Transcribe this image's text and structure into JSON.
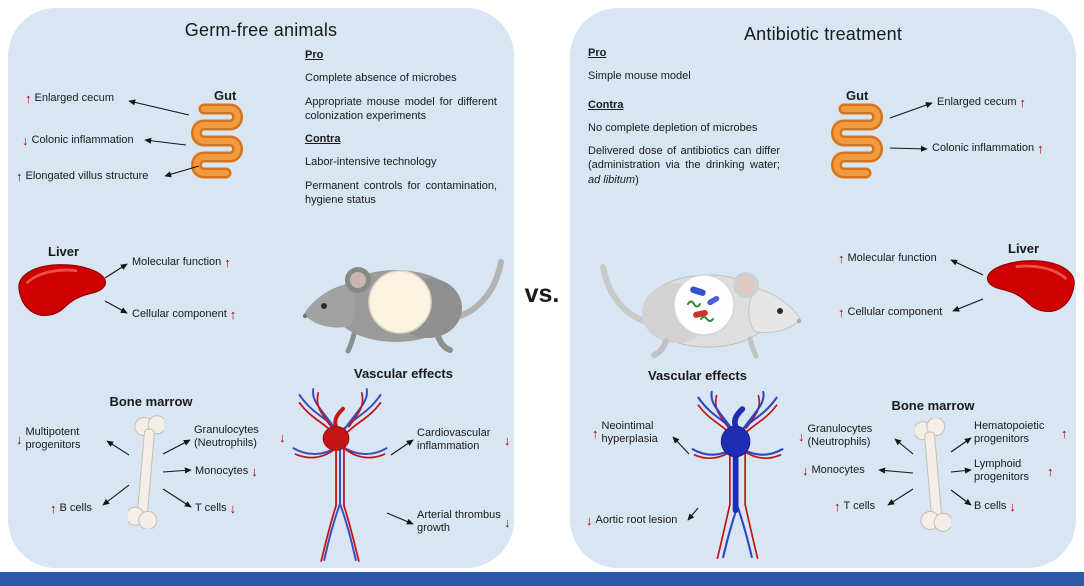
{
  "titles": {
    "left": "Germ-free animals",
    "right": "Antibiotic treatment",
    "versus": "vs."
  },
  "glyphs": {
    "up": "↑",
    "down": "↓"
  },
  "colors": {
    "panel_bg": "#d8e5f3",
    "arrow_red": "#a50000",
    "footer_blue": "#2d5ba9",
    "gut_orange": "#d9731a",
    "liver_red": "#d10000"
  },
  "left": {
    "gut": {
      "label": "Gut",
      "enlarged_cecum": "Enlarged cecum",
      "colonic_inflammation": "Colonic inflammation",
      "elongated_villus": "Elongated villus structure"
    },
    "pros_cons": {
      "pro_heading": "Pro",
      "pro1": "Complete absence of microbes",
      "pro2": "Appropriate mouse model for different colonization experiments",
      "contra_heading": "Contra",
      "contra1": "Labor-intensive technology",
      "contra2": "Permanent controls for contamination, hygiene status"
    },
    "liver": {
      "label": "Liver",
      "molecular_function": "Molecular function",
      "cellular_component": "Cellular component"
    },
    "bone_marrow": {
      "label": "Bone marrow",
      "multipotent": "Multipotent progenitors",
      "b_cells": "B cells",
      "granulocytes": "Granulocytes (Neutrophils)",
      "monocytes": "Monocytes",
      "t_cells": "T cells"
    },
    "vascular": {
      "label": "Vascular effects",
      "cardio": "Cardiovascular inflammation",
      "thrombus": "Arterial thrombus growth"
    }
  },
  "right": {
    "pros_cons": {
      "pro_heading": "Pro",
      "pro1": "Simple mouse model",
      "contra_heading": "Contra",
      "contra1": "No complete depletion of microbes",
      "contra2_pre": "Delivered dose of antibiotics can differ (administration via the drinking water; ",
      "contra2_italic": "ad libitum",
      "contra2_post": ")"
    },
    "gut": {
      "label": "Gut",
      "enlarged_cecum": "Enlarged cecum",
      "colonic_inflammation": "Colonic inflammation"
    },
    "liver": {
      "label": "Liver",
      "molecular_function": "Molecular function",
      "cellular_component": "Cellular component"
    },
    "vascular": {
      "label": "Vascular effects",
      "neointimal": "Neointimal hyperplasia",
      "aortic": "Aortic root lesion"
    },
    "bone_marrow": {
      "label": "Bone marrow",
      "granulocytes": "Granulocytes (Neutrophils)",
      "monocytes": "Monocytes",
      "t_cells": "T cells",
      "hematopoietic": "Hematopoietic progenitors",
      "lymphoid": "Lymphoid progenitors",
      "b_cells": "B cells"
    }
  }
}
